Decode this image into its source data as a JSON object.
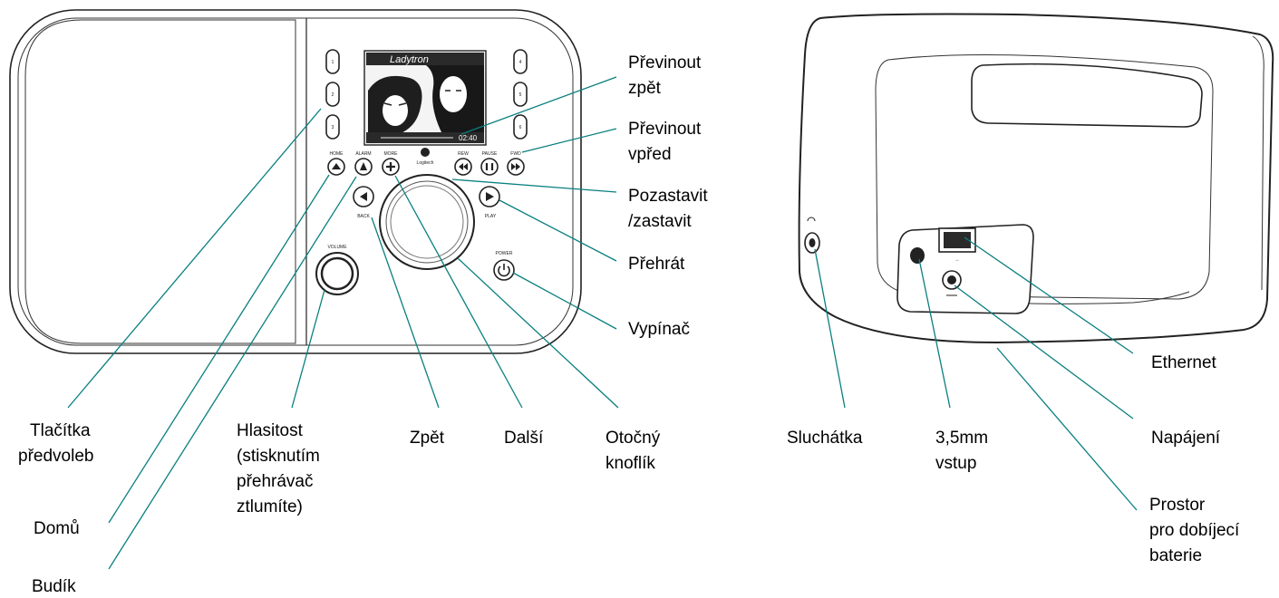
{
  "front_labels": {
    "rewind": [
      "Převinout",
      "zpět"
    ],
    "forward": [
      "Převinout",
      "vpřed"
    ],
    "pause": [
      "Pozastavit",
      "/zastavit"
    ],
    "play": [
      "Přehrát"
    ],
    "power": [
      "Vypínač"
    ],
    "presets": [
      "Tlačítka",
      "předvoleb"
    ],
    "home": [
      "Domů"
    ],
    "alarm": [
      "Budík"
    ],
    "volume": [
      "Hlasitost",
      "(stisknutím",
      "přehrávač",
      "ztlumíte)"
    ],
    "back": [
      "Zpět"
    ],
    "next": [
      "Další"
    ],
    "knob": [
      "Otočný",
      "knoflík"
    ]
  },
  "rear_labels": {
    "headphones": [
      "Sluchátka"
    ],
    "aux_in": [
      "3,5mm",
      "vstup"
    ],
    "ethernet": [
      "Ethernet"
    ],
    "power_in": [
      "Napájení"
    ],
    "battery": [
      "Prostor",
      "pro dobíjecí",
      "baterie"
    ]
  },
  "device_markings": {
    "home": "HOME",
    "alarm": "ALARM",
    "more": "MORE",
    "rew": "REW",
    "pause": "PAUSE",
    "fwd": "FWD",
    "back": "BACK",
    "play": "PLAY",
    "volume": "VOLUME",
    "power": "POWER",
    "brand": "Logitech",
    "preset_1": "1",
    "preset_2": "2",
    "preset_3": "3",
    "preset_4": "4",
    "preset_5": "5",
    "preset_6": "6",
    "screen_album": "Ladytron",
    "screen_time": "02:40"
  },
  "colors": {
    "leader": "#0a7f7f",
    "outline": "#222222"
  }
}
